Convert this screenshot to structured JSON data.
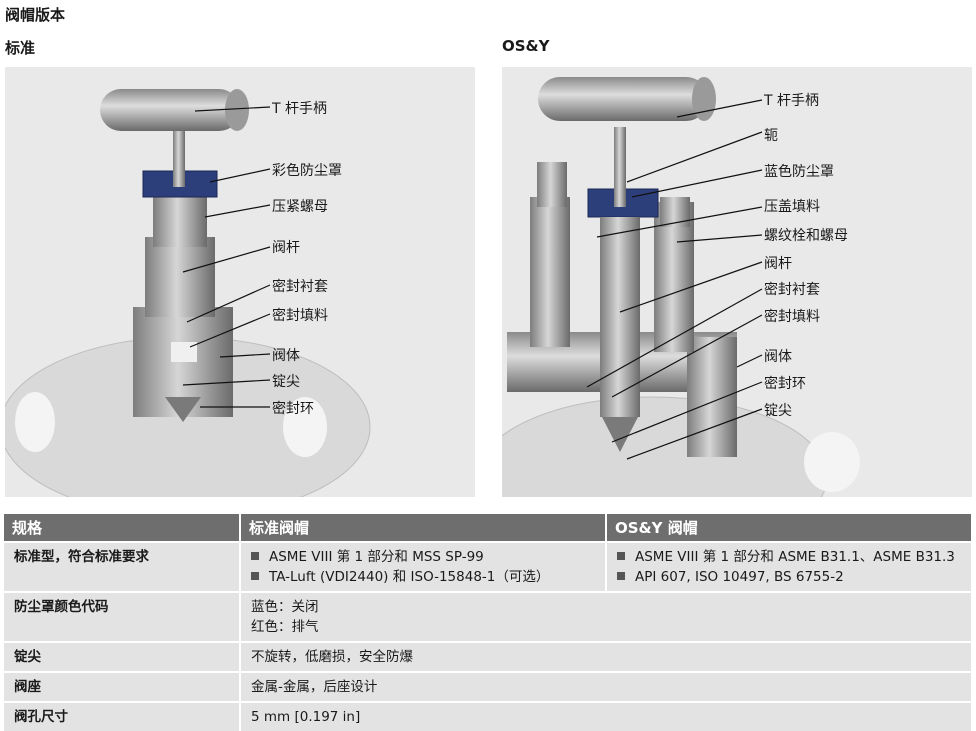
{
  "title": "阀帽版本",
  "left_panel": {
    "heading": "标准",
    "labels": [
      "T 杆手柄",
      "彩色防尘罩",
      "压紧螺母",
      "阀杆",
      "密封衬套",
      "密封填料",
      "阀体",
      "锭尖",
      "密封环"
    ]
  },
  "right_panel": {
    "heading": "OS&Y",
    "labels": [
      "T 杆手柄",
      "轭",
      "蓝色防尘罩",
      "压盖填料",
      "螺纹栓和螺母",
      "阀杆",
      "密封衬套",
      "密封填料",
      "阀体",
      "密封环",
      "锭尖"
    ]
  },
  "table": {
    "headers": [
      "规格",
      "标准阀帽",
      "OS&Y 阀帽"
    ],
    "rows": [
      {
        "key": "标准型，符合标准要求",
        "std": [
          "ASME VIII 第 1 部分和 MSS SP-99",
          "TA-Luft (VDI2440) 和 ISO-15848-1（可选）"
        ],
        "osy": [
          "ASME VIII 第 1 部分和 ASME B31.1、ASME B31.3",
          "API 607, ISO 10497, BS 6755-2"
        ]
      },
      {
        "key": "防尘罩颜色代码",
        "lines": [
          "蓝色：关闭",
          "红色：排气"
        ]
      },
      {
        "key": "锭尖",
        "lines": [
          "不旋转，低磨损，安全防爆"
        ]
      },
      {
        "key": "阀座",
        "lines": [
          "金属-金属，后座设计"
        ]
      },
      {
        "key": "阀孔尺寸",
        "lines": [
          "5 mm [0.197 in]"
        ]
      }
    ]
  }
}
